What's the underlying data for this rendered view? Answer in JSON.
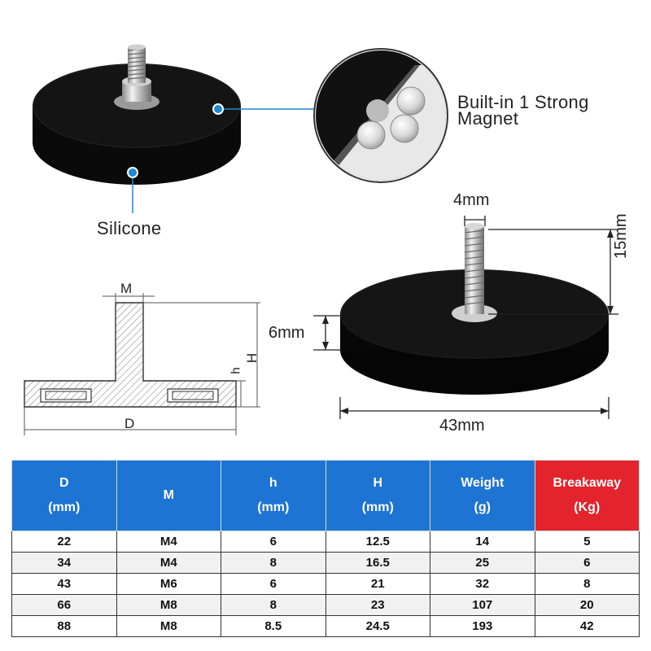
{
  "callouts": {
    "magnet_line1": "Built-in 1 Strong",
    "magnet_line2": "Magnet",
    "silicone": "Silicone"
  },
  "dimensions": {
    "thread": "4mm",
    "stud_height": "15mm",
    "base_height": "6mm",
    "diameter": "43mm"
  },
  "diagram_labels": {
    "m": "M",
    "h": "h",
    "H": "H",
    "d": "D"
  },
  "table": {
    "headers": [
      {
        "line1": "D",
        "line2": "(mm)"
      },
      {
        "line1": "M",
        "line2": ""
      },
      {
        "line1": "h",
        "line2": "(mm)"
      },
      {
        "line1": "H",
        "line2": "(mm)"
      },
      {
        "line1": "Weight",
        "line2": "(g)"
      },
      {
        "line1": "Breakaway",
        "line2": "(Kg)"
      }
    ],
    "rows": [
      [
        "22",
        "M4",
        "6",
        "12.5",
        "14",
        "5"
      ],
      [
        "34",
        "M4",
        "8",
        "16.5",
        "25",
        "6"
      ],
      [
        "43",
        "M6",
        "6",
        "21",
        "32",
        "8"
      ],
      [
        "66",
        "M8",
        "8",
        "23",
        "107",
        "20"
      ],
      [
        "88",
        "M8",
        "8.5",
        "24.5",
        "193",
        "42"
      ]
    ]
  },
  "colors": {
    "header_blue": "#1e74d3",
    "header_red": "#e4242d",
    "callout_dot": "#1e8ad6"
  }
}
